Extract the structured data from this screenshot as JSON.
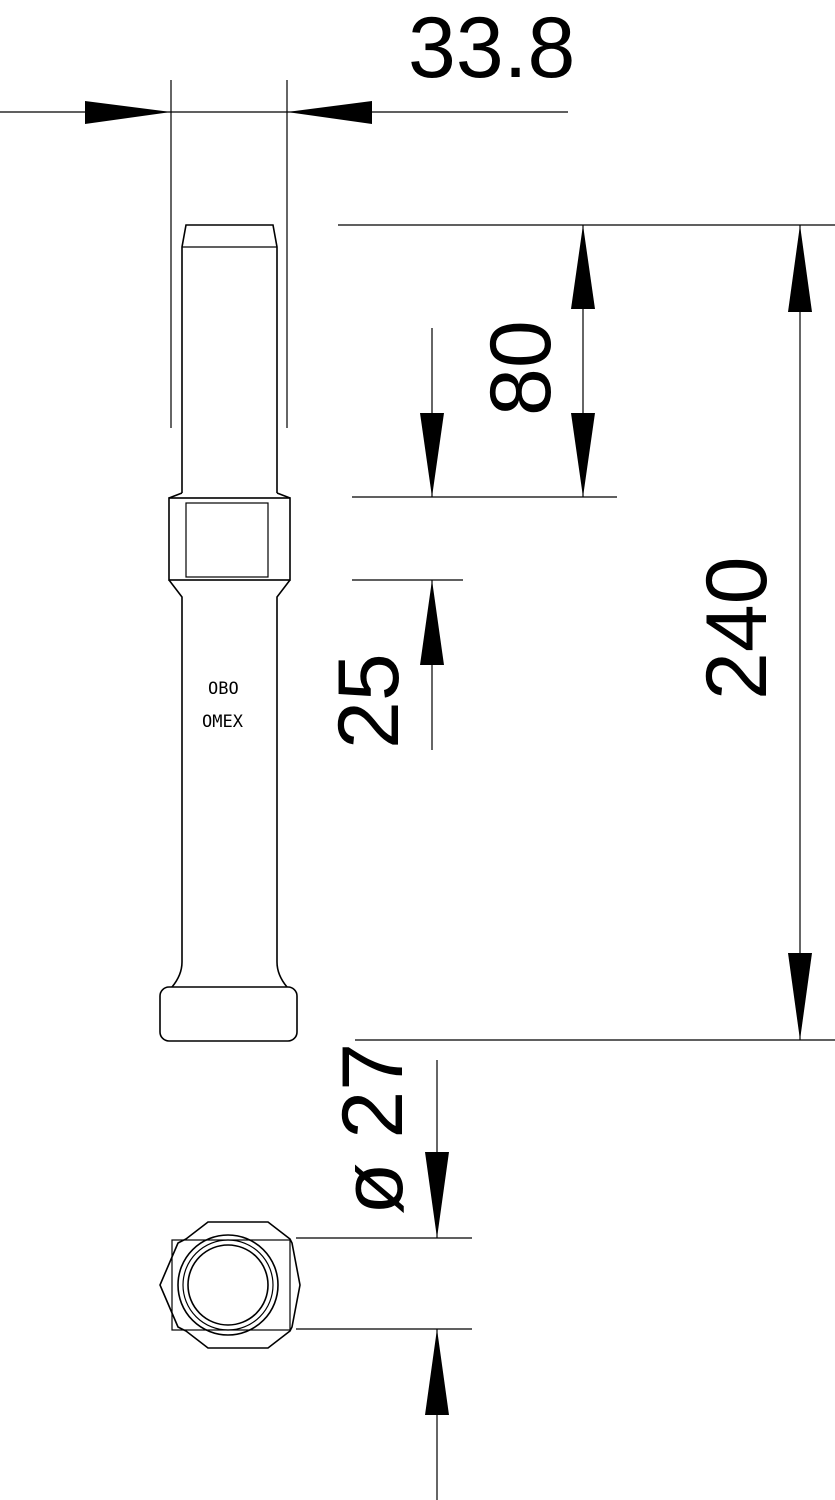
{
  "drawing": {
    "dimensions": {
      "width": "33.8",
      "top_length": "80",
      "square_length": "25",
      "total_length": "240",
      "diameter": "ø 27"
    },
    "stamp": {
      "line1": "OBO",
      "line2": "OMEX"
    },
    "colors": {
      "line": "#000000",
      "background": "#ffffff"
    }
  }
}
